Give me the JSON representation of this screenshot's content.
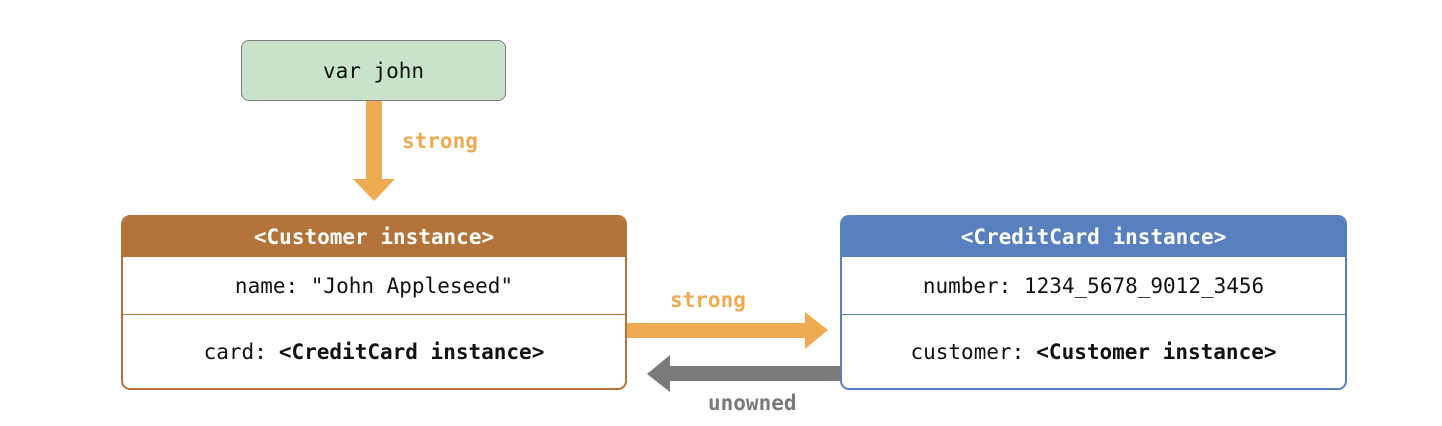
{
  "variable": {
    "label": "var john"
  },
  "relations": {
    "john_to_customer": "strong",
    "customer_to_card": "strong",
    "card_to_customer": "unowned"
  },
  "customer": {
    "header": "<Customer instance>",
    "name_row": "name: \"John Appleseed\"",
    "card_key": "card:",
    "card_value": "<CreditCard instance>"
  },
  "creditcard": {
    "header": "<CreditCard instance>",
    "number_row": "number: 1234_5678_9012_3456",
    "customer_key": "customer:",
    "customer_value": "<Customer instance>"
  },
  "colors": {
    "strong": "#eeab51",
    "unowned": "#7a7a7a",
    "customer_accent": "#b37339",
    "creditcard_accent": "#5880be",
    "variable_fill": "#c8e3c9"
  }
}
